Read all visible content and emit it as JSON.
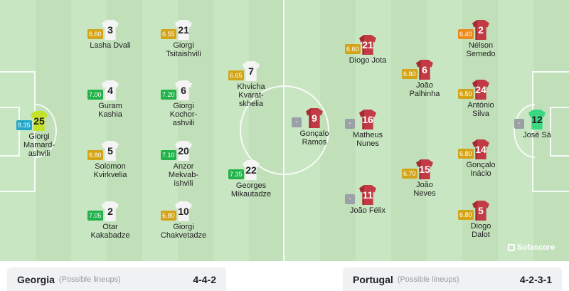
{
  "colors": {
    "rating_high": "#21b24a",
    "rating_mid": "#d4a418",
    "rating_low": "#ec8a1e",
    "rating_top": "#1fa6c9",
    "rating_none": "#9aa0a6"
  },
  "home": {
    "name": "Georgia",
    "subtitle": "(Possible lineups)",
    "formation": "4-4-2",
    "players": [
      {
        "number": "25",
        "name": "Giorgi\nMamard-\nashvili",
        "rating": "8.35",
        "rating_level": "top",
        "kit": "gk-ge"
      },
      {
        "number": "3",
        "name": "Lasha Dvali",
        "rating": "6.60",
        "rating_level": "mid",
        "kit": "white"
      },
      {
        "number": "4",
        "name": "Guram\nKashia",
        "rating": "7.00",
        "rating_level": "high",
        "kit": "white"
      },
      {
        "number": "5",
        "name": "Solomon\nKvirkvelia",
        "rating": "6.80",
        "rating_level": "mid",
        "kit": "white"
      },
      {
        "number": "2",
        "name": "Otar\nKakabadze",
        "rating": "7.05",
        "rating_level": "high",
        "kit": "white"
      },
      {
        "number": "21",
        "name": "Giorgi\nTsitaishvili",
        "rating": "6.55",
        "rating_level": "mid",
        "kit": "white"
      },
      {
        "number": "6",
        "name": "Giorgi\nKochor-\nashvili",
        "rating": "7.20",
        "rating_level": "high",
        "kit": "white"
      },
      {
        "number": "20",
        "name": "Anzor\nMekvab-\nishvili",
        "rating": "7.10",
        "rating_level": "high",
        "kit": "white"
      },
      {
        "number": "10",
        "name": "Giorgi\nChakvetadze",
        "rating": "6.80",
        "rating_level": "mid",
        "kit": "white"
      },
      {
        "number": "7",
        "name": "Khvicha\nKvarat-\nskhelia",
        "rating": "6.65",
        "rating_level": "mid",
        "kit": "white"
      },
      {
        "number": "22",
        "name": "Georges\nMikautadze",
        "rating": "7.35",
        "rating_level": "high",
        "kit": "white"
      }
    ]
  },
  "away": {
    "name": "Portugal",
    "subtitle": "(Possible lineups)",
    "formation": "4-2-3-1",
    "players": [
      {
        "number": "9",
        "name": "Gonçalo\nRamos",
        "rating": "-",
        "rating_level": "none",
        "kit": "red"
      },
      {
        "number": "21",
        "name": "Diogo Jota",
        "rating": "6.60",
        "rating_level": "mid",
        "kit": "red"
      },
      {
        "number": "16",
        "name": "Matheus\nNunes",
        "rating": "-",
        "rating_level": "none",
        "kit": "red"
      },
      {
        "number": "11",
        "name": "João Félix",
        "rating": "-",
        "rating_level": "none",
        "kit": "red"
      },
      {
        "number": "6",
        "name": "João\nPalhinha",
        "rating": "6.80",
        "rating_level": "mid",
        "kit": "red"
      },
      {
        "number": "15",
        "name": "João\nNeves",
        "rating": "6.70",
        "rating_level": "mid",
        "kit": "red"
      },
      {
        "number": "2",
        "name": "Nélson\nSemedo",
        "rating": "6.40",
        "rating_level": "low",
        "kit": "red"
      },
      {
        "number": "24",
        "name": "António\nSilva",
        "rating": "6.50",
        "rating_level": "mid",
        "kit": "red"
      },
      {
        "number": "14",
        "name": "Gonçalo\nInácio",
        "rating": "6.80",
        "rating_level": "mid",
        "kit": "red"
      },
      {
        "number": "5",
        "name": "Diogo\nDalot",
        "rating": "6.80",
        "rating_level": "mid",
        "kit": "red"
      },
      {
        "number": "12",
        "name": "José Sá",
        "rating": "-",
        "rating_level": "none",
        "kit": "gk-pt"
      }
    ]
  },
  "watermark": "Sofascore"
}
